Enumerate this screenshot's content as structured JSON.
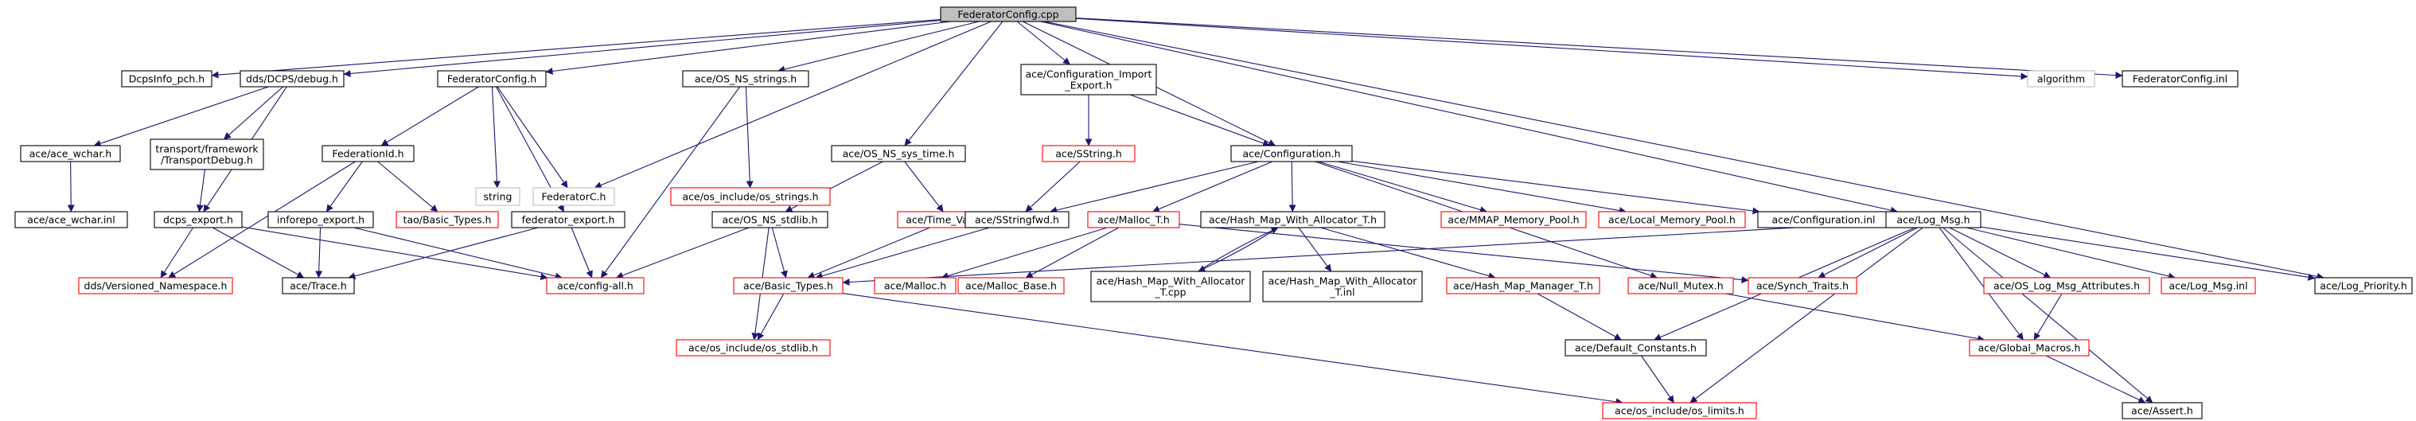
{
  "graph": {
    "edge_color": "#191970",
    "border_colors": {
      "normal": "#000000",
      "missing": "#ff0000",
      "external": "#bfbfbf",
      "root": "#000000"
    },
    "text_colors": {
      "normal": "#000000",
      "missing": "#000000",
      "external": "#000000",
      "root": "#000000"
    },
    "fill_colors": {
      "root": "#bfbfbf",
      "default": "#ffffff"
    },
    "nodes": [
      {
        "id": "root",
        "label": "FederatorConfig.cpp",
        "style": "root"
      },
      {
        "id": "dcpsinfo_pch",
        "label": "DcpsInfo_pch.h",
        "style": "normal"
      },
      {
        "id": "debug_h",
        "label": "dds/DCPS/debug.h",
        "style": "normal"
      },
      {
        "id": "federatorconfig_h",
        "label": "FederatorConfig.h",
        "style": "normal"
      },
      {
        "id": "os_ns_strings",
        "label": "ace/OS_NS_strings.h",
        "style": "normal"
      },
      {
        "id": "config_import_export",
        "lines": [
          "ace/Configuration_Import",
          "_Export.h"
        ],
        "style": "normal"
      },
      {
        "id": "algorithm",
        "label": "algorithm",
        "style": "external"
      },
      {
        "id": "federatorconfig_inl",
        "label": "FederatorConfig.inl",
        "style": "normal"
      },
      {
        "id": "ace_wchar_h",
        "label": "ace/ace_wchar.h",
        "style": "normal"
      },
      {
        "id": "transport_debug",
        "lines": [
          "transport/framework",
          "/TransportDebug.h"
        ],
        "style": "normal"
      },
      {
        "id": "federationid_h",
        "label": "FederationId.h",
        "style": "normal"
      },
      {
        "id": "string",
        "label": "string",
        "style": "external"
      },
      {
        "id": "federatorc_h",
        "label": "FederatorC.h",
        "style": "external"
      },
      {
        "id": "os_include_os_strings",
        "label": "ace/os_include/os_strings.h",
        "style": "missing"
      },
      {
        "id": "os_ns_sys_time",
        "label": "ace/OS_NS_sys_time.h",
        "style": "normal"
      },
      {
        "id": "sstring_h",
        "label": "ace/SString.h",
        "style": "missing"
      },
      {
        "id": "configuration_h",
        "label": "ace/Configuration.h",
        "style": "normal"
      },
      {
        "id": "ace_wchar_inl",
        "label": "ace/ace_wchar.inl",
        "style": "normal"
      },
      {
        "id": "dcps_export",
        "label": "dcps_export.h",
        "style": "normal"
      },
      {
        "id": "inforepo_export",
        "label": "inforepo_export.h",
        "style": "normal"
      },
      {
        "id": "tao_basic_types",
        "label": "tao/Basic_Types.h",
        "style": "missing"
      },
      {
        "id": "federator_export",
        "label": "federator_export.h",
        "style": "normal"
      },
      {
        "id": "os_ns_stdlib",
        "label": "ace/OS_NS_stdlib.h",
        "style": "normal"
      },
      {
        "id": "time_value",
        "label": "ace/Time_Value.h",
        "style": "missing"
      },
      {
        "id": "sstringfwd",
        "label": "ace/SStringfwd.h",
        "style": "normal"
      },
      {
        "id": "malloc_t",
        "label": "ace/Malloc_T.h",
        "style": "missing"
      },
      {
        "id": "hash_map_with_alloc_t_h",
        "label": "ace/Hash_Map_With_Allocator_T.h",
        "style": "normal"
      },
      {
        "id": "mmap_memory_pool",
        "label": "ace/MMAP_Memory_Pool.h",
        "style": "missing"
      },
      {
        "id": "local_memory_pool",
        "label": "ace/Local_Memory_Pool.h",
        "style": "missing"
      },
      {
        "id": "configuration_inl",
        "label": "ace/Configuration.inl",
        "style": "normal"
      },
      {
        "id": "log_msg_h",
        "label": "ace/Log_Msg.h",
        "style": "normal"
      },
      {
        "id": "versioned_namespace",
        "label": "dds/Versioned_Namespace.h",
        "style": "missing"
      },
      {
        "id": "trace_h",
        "label": "ace/Trace.h",
        "style": "normal"
      },
      {
        "id": "config_all",
        "label": "ace/config-all.h",
        "style": "missing"
      },
      {
        "id": "basic_types",
        "label": "ace/Basic_Types.h",
        "style": "missing"
      },
      {
        "id": "malloc_h",
        "label": "ace/Malloc.h",
        "style": "missing"
      },
      {
        "id": "malloc_base",
        "label": "ace/Malloc_Base.h",
        "style": "missing"
      },
      {
        "id": "hash_map_with_alloc_t_cpp",
        "lines": [
          "ace/Hash_Map_With_Allocator",
          "_T.cpp"
        ],
        "style": "normal"
      },
      {
        "id": "hash_map_with_alloc_t_inl",
        "lines": [
          "ace/Hash_Map_With_Allocator",
          "_T.inl"
        ],
        "style": "normal"
      },
      {
        "id": "hash_map_manager_t",
        "label": "ace/Hash_Map_Manager_T.h",
        "style": "missing"
      },
      {
        "id": "null_mutex",
        "label": "ace/Null_Mutex.h",
        "style": "missing"
      },
      {
        "id": "synch_traits",
        "label": "ace/Synch_Traits.h",
        "style": "missing"
      },
      {
        "id": "os_log_msg_attributes",
        "label": "ace/OS_Log_Msg_Attributes.h",
        "style": "missing"
      },
      {
        "id": "log_msg_inl",
        "label": "ace/Log_Msg.inl",
        "style": "missing"
      },
      {
        "id": "log_priority",
        "label": "ace/Log_Priority.h",
        "style": "normal"
      },
      {
        "id": "os_include_os_stdlib",
        "label": "ace/os_include/os_stdlib.h",
        "style": "missing"
      },
      {
        "id": "default_constants",
        "label": "ace/Default_Constants.h",
        "style": "normal"
      },
      {
        "id": "global_macros",
        "label": "ace/Global_Macros.h",
        "style": "missing"
      },
      {
        "id": "os_include_os_limits",
        "label": "ace/os_include/os_limits.h",
        "style": "missing"
      },
      {
        "id": "assert_h",
        "label": "ace/Assert.h",
        "style": "normal"
      }
    ],
    "edges": [
      [
        "root",
        "dcpsinfo_pch"
      ],
      [
        "root",
        "debug_h"
      ],
      [
        "root",
        "federatorconfig_h"
      ],
      [
        "root",
        "os_ns_strings"
      ],
      [
        "root",
        "config_import_export"
      ],
      [
        "root",
        "algorithm"
      ],
      [
        "root",
        "federatorconfig_inl"
      ],
      [
        "root",
        "federatorc_h"
      ],
      [
        "root",
        "os_ns_sys_time"
      ],
      [
        "root",
        "configuration_h"
      ],
      [
        "root",
        "log_msg_h"
      ],
      [
        "root",
        "log_priority"
      ],
      [
        "debug_h",
        "ace_wchar_h"
      ],
      [
        "debug_h",
        "transport_debug"
      ],
      [
        "debug_h",
        "dcps_export"
      ],
      [
        "ace_wchar_h",
        "ace_wchar_inl"
      ],
      [
        "transport_debug",
        "dcps_export"
      ],
      [
        "federatorconfig_h",
        "federationid_h"
      ],
      [
        "federatorconfig_h",
        "string"
      ],
      [
        "federatorconfig_h",
        "federatorc_h"
      ],
      [
        "federatorconfig_h",
        "federator_export"
      ],
      [
        "federationid_h",
        "versioned_namespace"
      ],
      [
        "federationid_h",
        "inforepo_export"
      ],
      [
        "federationid_h",
        "tao_basic_types"
      ],
      [
        "dcps_export",
        "versioned_namespace"
      ],
      [
        "dcps_export",
        "trace_h"
      ],
      [
        "dcps_export",
        "config_all"
      ],
      [
        "inforepo_export",
        "trace_h"
      ],
      [
        "inforepo_export",
        "config_all"
      ],
      [
        "federator_export",
        "trace_h"
      ],
      [
        "federator_export",
        "config_all"
      ],
      [
        "os_ns_strings",
        "os_include_os_strings"
      ],
      [
        "os_ns_strings",
        "config_all"
      ],
      [
        "os_ns_sys_time",
        "os_ns_stdlib"
      ],
      [
        "os_ns_sys_time",
        "time_value"
      ],
      [
        "config_import_export",
        "sstring_h"
      ],
      [
        "config_import_export",
        "configuration_h"
      ],
      [
        "sstring_h",
        "sstringfwd"
      ],
      [
        "configuration_h",
        "sstringfwd"
      ],
      [
        "configuration_h",
        "malloc_t"
      ],
      [
        "configuration_h",
        "hash_map_with_alloc_t_h"
      ],
      [
        "configuration_h",
        "mmap_memory_pool"
      ],
      [
        "configuration_h",
        "local_memory_pool"
      ],
      [
        "configuration_h",
        "configuration_inl"
      ],
      [
        "configuration_h",
        "null_mutex"
      ],
      [
        "os_ns_stdlib",
        "config_all"
      ],
      [
        "os_ns_stdlib",
        "basic_types"
      ],
      [
        "os_ns_stdlib",
        "os_include_os_stdlib"
      ],
      [
        "time_value",
        "basic_types"
      ],
      [
        "sstringfwd",
        "basic_types"
      ],
      [
        "malloc_t",
        "malloc_h"
      ],
      [
        "malloc_t",
        "malloc_base"
      ],
      [
        "malloc_t",
        "synch_traits"
      ],
      [
        "hash_map_with_alloc_t_h",
        "hash_map_with_alloc_t_cpp"
      ],
      [
        "hash_map_with_alloc_t_cpp",
        "hash_map_with_alloc_t_h"
      ],
      [
        "hash_map_with_alloc_t_h",
        "hash_map_with_alloc_t_inl"
      ],
      [
        "hash_map_with_alloc_t_h",
        "hash_map_manager_t"
      ],
      [
        "log_msg_h",
        "basic_types"
      ],
      [
        "log_msg_h",
        "synch_traits"
      ],
      [
        "log_msg_h",
        "os_log_msg_attributes"
      ],
      [
        "log_msg_h",
        "log_msg_inl"
      ],
      [
        "log_msg_h",
        "log_priority"
      ],
      [
        "log_msg_h",
        "default_constants"
      ],
      [
        "log_msg_h",
        "global_macros"
      ],
      [
        "log_msg_h",
        "os_include_os_limits"
      ],
      [
        "log_msg_h",
        "assert_h"
      ],
      [
        "basic_types",
        "os_include_os_stdlib"
      ],
      [
        "basic_types",
        "os_include_os_limits"
      ],
      [
        "hash_map_manager_t",
        "default_constants"
      ],
      [
        "null_mutex",
        "global_macros"
      ],
      [
        "os_log_msg_attributes",
        "global_macros"
      ],
      [
        "default_constants",
        "os_include_os_limits"
      ],
      [
        "global_macros",
        "assert_h"
      ]
    ]
  }
}
